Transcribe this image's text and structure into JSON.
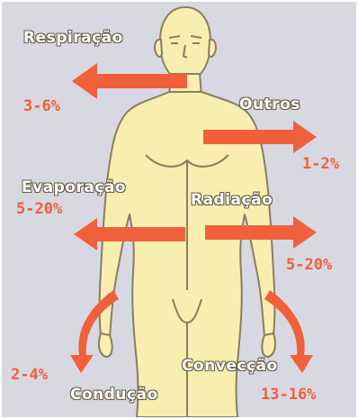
{
  "colors": {
    "background": "#d8d8e2",
    "skin": "#f7eeb0",
    "outline": "#8a7e5e",
    "arrow": "#f0603a",
    "percent_text": "#f0603a"
  },
  "heat_loss": {
    "respiracao": {
      "label": "Respiração",
      "percent": "3-6%"
    },
    "outros": {
      "label": "Outros",
      "percent": "1-2%"
    },
    "evaporacao": {
      "label": "Evaporação",
      "percent": "5-20%"
    },
    "radiacao": {
      "label": "Radiação",
      "percent": "5-20%"
    },
    "conveccao": {
      "label": "Convecção",
      "percent": "13-16%"
    },
    "conducao": {
      "label": "Condução",
      "percent": "2-4%"
    }
  }
}
